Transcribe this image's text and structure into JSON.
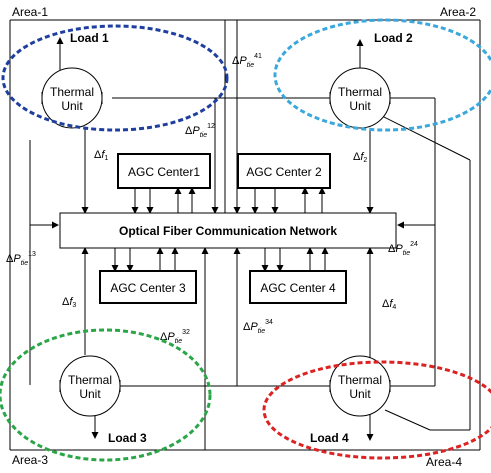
{
  "areas": [
    {
      "label": "Area-1",
      "color": "#1f3f9f"
    },
    {
      "label": "Area-2",
      "color": "#3aa8dc"
    },
    {
      "label": "Area-3",
      "color": "#2aa648"
    },
    {
      "label": "Area-4",
      "color": "#dd2222"
    }
  ],
  "thermal_unit": {
    "line1": "Thermal",
    "line2": "Unit"
  },
  "loads": [
    "Load 1",
    "Load 2",
    "Load 3",
    "Load 4"
  ],
  "agc_centers": [
    "AGC Center1",
    "AGC Center 2",
    "AGC Center 3",
    "AGC Center 4"
  ],
  "network": {
    "label": "Optical Fiber Communication Network"
  },
  "signals": {
    "delta": "Δ",
    "f": "f",
    "p": "P",
    "tie": "tie",
    "f1_sub": "1",
    "f2_sub": "2",
    "f3_sub": "3",
    "f4_sub": "4",
    "tie41": "41",
    "tie12": "12",
    "tie13": "13",
    "tie24": "24",
    "tie32": "32",
    "tie34": "34"
  }
}
